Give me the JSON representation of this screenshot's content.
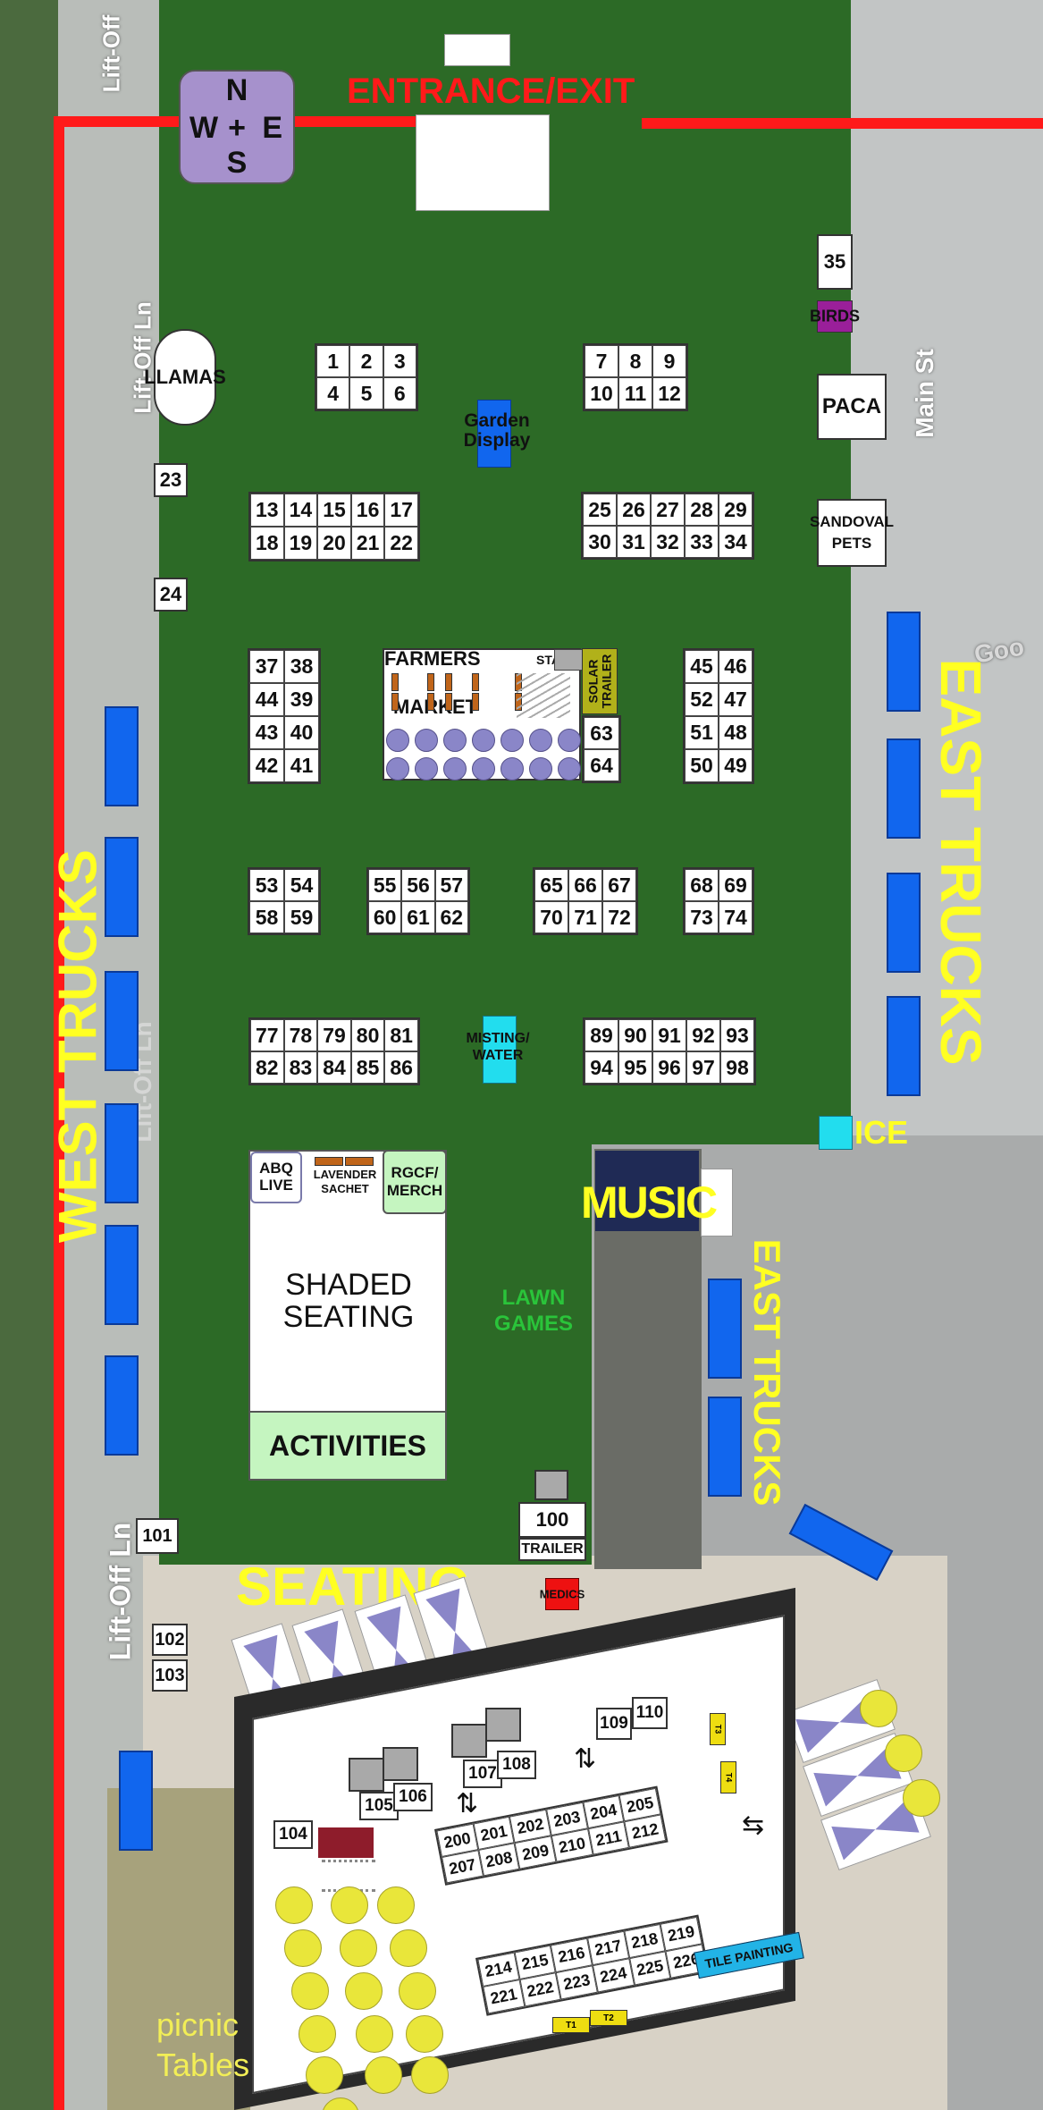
{
  "labels": {
    "entrance": "ENTRANCE/EXIT",
    "compass": {
      "n": "N",
      "s": "S",
      "w": "W",
      "e": "E",
      "plus": "+"
    },
    "west_trucks": "WEST TRUCKS",
    "east_trucks_big": "EAST TRUCKS",
    "east_trucks_small": "EAST TRUCKS",
    "music": "MUSIC",
    "seating": "SEATING",
    "lawn_games": "LAWN\nGAMES",
    "picnic_tables": "picnic\nTables",
    "ice": "ICE",
    "llamas": "LLAMAS",
    "birds": "BIRDS",
    "paca": "PACA",
    "sandoval_pets": "SANDOVAL\nPETS",
    "garden_display": "Garden\nDisplay",
    "farmers_market_1": "FARMERS",
    "farmers_market_2": "MARKET",
    "stage": "STAGE",
    "solar_trailer": "SOLAR\nTRAILER",
    "misting_water": "MISTING/\nWATER",
    "abq_live": "ABQ\nLIVE",
    "lavender_sachet": "LAVENDER\nSACHET",
    "rgcf_merch": "RGCF/\nMERCH",
    "shaded_seating": "SHADED\nSEATING",
    "activities": "ACTIVITIES",
    "trailer": "TRAILER",
    "medics": "MEDICS",
    "tile_painting": "TILE PAINTING",
    "main_st": "Main St",
    "lift_off_top": "Lift-Off",
    "lift_off_ln_1": "Lift-Off Ln",
    "lift_off_ln_2": "Lift-Off Ln",
    "lift_off_ln_3": "Lift-Off Ln",
    "t1": "T1",
    "t2": "T2",
    "t3": "T3",
    "t4": "T4",
    "goo": "Goo"
  },
  "booths": {
    "b35": "35",
    "b23": "23",
    "b24": "24",
    "b100": "100",
    "b101": "101",
    "b102": "102",
    "b103": "103",
    "b104": "104",
    "b105": "105",
    "b106": "106",
    "b107": "107",
    "b108": "108",
    "b109": "109",
    "b110": "110",
    "g1": [
      "1",
      "2",
      "3",
      "4",
      "5",
      "6"
    ],
    "g7": [
      "7",
      "8",
      "9",
      "10",
      "11",
      "12"
    ],
    "g13": [
      "13",
      "14",
      "15",
      "16",
      "17",
      "18",
      "19",
      "20",
      "21",
      "22"
    ],
    "g25": [
      "25",
      "26",
      "27",
      "28",
      "29",
      "30",
      "31",
      "32",
      "33",
      "34"
    ],
    "g37": [
      "37",
      "38",
      "44",
      "39",
      "43",
      "40",
      "42",
      "41"
    ],
    "g45": [
      "45",
      "46",
      "52",
      "47",
      "51",
      "48",
      "50",
      "49"
    ],
    "g63": [
      "63",
      "64"
    ],
    "g53": [
      "53",
      "54",
      "58",
      "59"
    ],
    "g55": [
      "55",
      "56",
      "57",
      "60",
      "61",
      "62"
    ],
    "g65": [
      "65",
      "66",
      "67",
      "70",
      "71",
      "72"
    ],
    "g68": [
      "68",
      "69",
      "73",
      "74"
    ],
    "g77": [
      "77",
      "78",
      "79",
      "80",
      "81",
      "82",
      "83",
      "84",
      "85",
      "86"
    ],
    "g89": [
      "89",
      "90",
      "91",
      "92",
      "93",
      "94",
      "95",
      "96",
      "97",
      "98"
    ],
    "g200": [
      "200",
      "201",
      "202",
      "203",
      "204",
      "205",
      "207",
      "208",
      "209",
      "210",
      "211",
      "212"
    ],
    "g214": [
      "214",
      "215",
      "216",
      "217",
      "218",
      "219",
      "221",
      "222",
      "223",
      "224",
      "225",
      "226"
    ]
  },
  "colors": {
    "grass": "#2c6a26",
    "truck": "#1166ee",
    "label_yellow": "#ffff22",
    "boundary_red": "#ff1a1a",
    "compass_purple": "#a691cc",
    "activities_green": "#c5f5c0",
    "misting_cyan": "#22ddee"
  }
}
